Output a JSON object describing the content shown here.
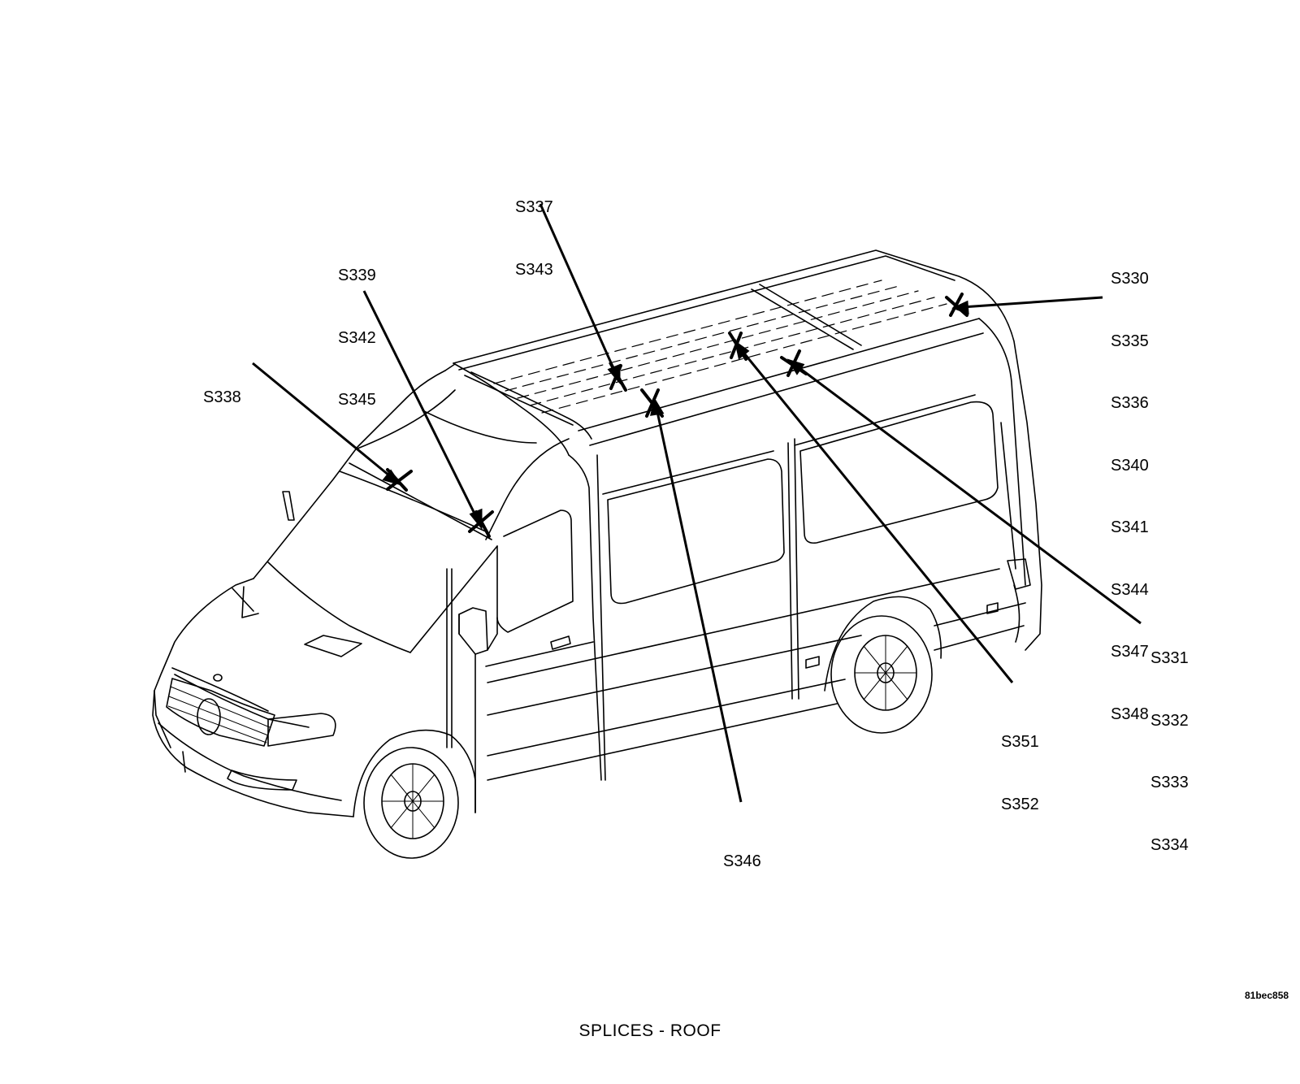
{
  "caption": "SPLICES - ROOF",
  "figure_id": "81bec858",
  "callouts": {
    "s338": [
      "S338"
    ],
    "s339_group": [
      "S339",
      "S342",
      "S345"
    ],
    "s337_group": [
      "S337",
      "S343"
    ],
    "s330_group": [
      "S330",
      "S335",
      "S336",
      "S340",
      "S341",
      "S344",
      "S347",
      "S348"
    ],
    "s331_group": [
      "S331",
      "S332",
      "S333",
      "S334"
    ],
    "s351_group": [
      "S351",
      "S352"
    ],
    "s346": [
      "S346"
    ]
  }
}
